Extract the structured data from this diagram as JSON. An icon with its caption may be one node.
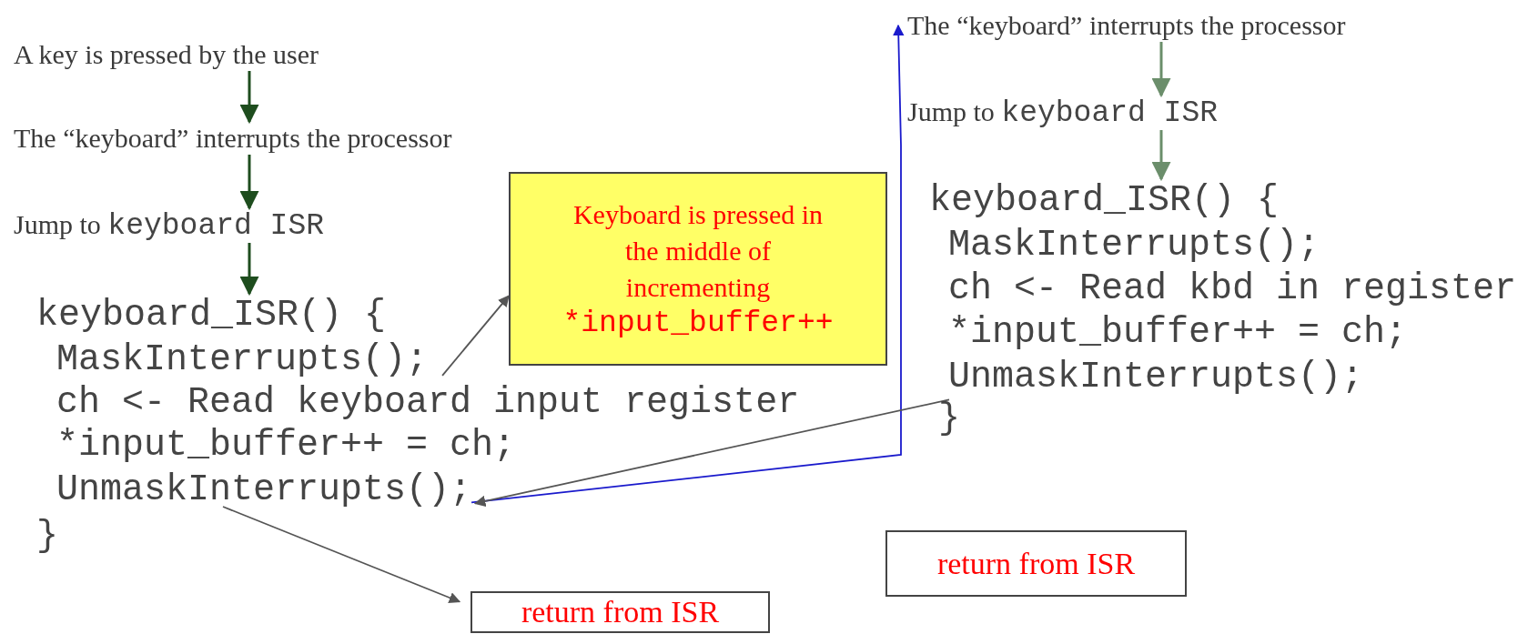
{
  "diagram": {
    "nodes": [
      {
        "text": [
          "A key is pressed by the user"
        ]
      },
      {
        "text": [
          "The “keyboard” interrupts the processor"
        ]
      },
      {
        "text": [
          "Jump to",
          "keyboard ISR"
        ]
      },
      {
        "text": [
          "keyboard_ISR() {"
        ]
      },
      {
        "text": [
          "MaskInterrupts();"
        ]
      },
      {
        "text": [
          "ch <- Read keyboard input register"
        ]
      },
      {
        "text": [
          "*input_buffer++ = ch;"
        ]
      },
      {
        "text": [
          "UnmaskInterrupts();"
        ]
      },
      {
        "text": [
          "}"
        ]
      },
      {
        "text": [
          "Keyboard is pressed in the middle of incrementing",
          "*input_buffer++"
        ]
      },
      {
        "text": [
          "return from ISR"
        ]
      },
      {
        "text": [
          "The “keyboard” interrupts the processor"
        ]
      },
      {
        "text": [
          "Jump to",
          "keyboard ISR"
        ]
      },
      {
        "text": [
          "keyboard_ISR() {"
        ]
      },
      {
        "text": [
          "MaskInterrupts();"
        ]
      },
      {
        "text": [
          "ch <- Read kbd in register"
        ]
      },
      {
        "text": [
          "*input_buffer++ = ch;"
        ]
      },
      {
        "text": [
          "UnmaskInterrupts();"
        ]
      },
      {
        "text": [
          "}"
        ]
      },
      {
        "text": [
          "return from ISR"
        ]
      }
    ],
    "edges": [
      {
        "from": 0,
        "to": 1,
        "arrow": "to",
        "color": "#1e4d1e"
      },
      {
        "from": 1,
        "to": 2,
        "arrow": "to",
        "color": "#1e4d1e"
      },
      {
        "from": 2,
        "to": 3,
        "arrow": "to",
        "color": "#1e4d1e"
      },
      {
        "from": 4,
        "to": 9,
        "arrow": "to",
        "color": "#555555"
      },
      {
        "from": 7,
        "to": 11,
        "arrow": "to",
        "color": "#1a1acc"
      },
      {
        "from": 18,
        "to": 7,
        "arrow": "to",
        "color": "#555555"
      },
      {
        "from": 7,
        "to": 10,
        "arrow": "to",
        "color": "#555555"
      },
      {
        "from": 11,
        "to": 12,
        "arrow": "to",
        "color": "#6b8e6b"
      },
      {
        "from": 12,
        "to": 13,
        "arrow": "to",
        "color": "#6b8e6b"
      }
    ]
  }
}
